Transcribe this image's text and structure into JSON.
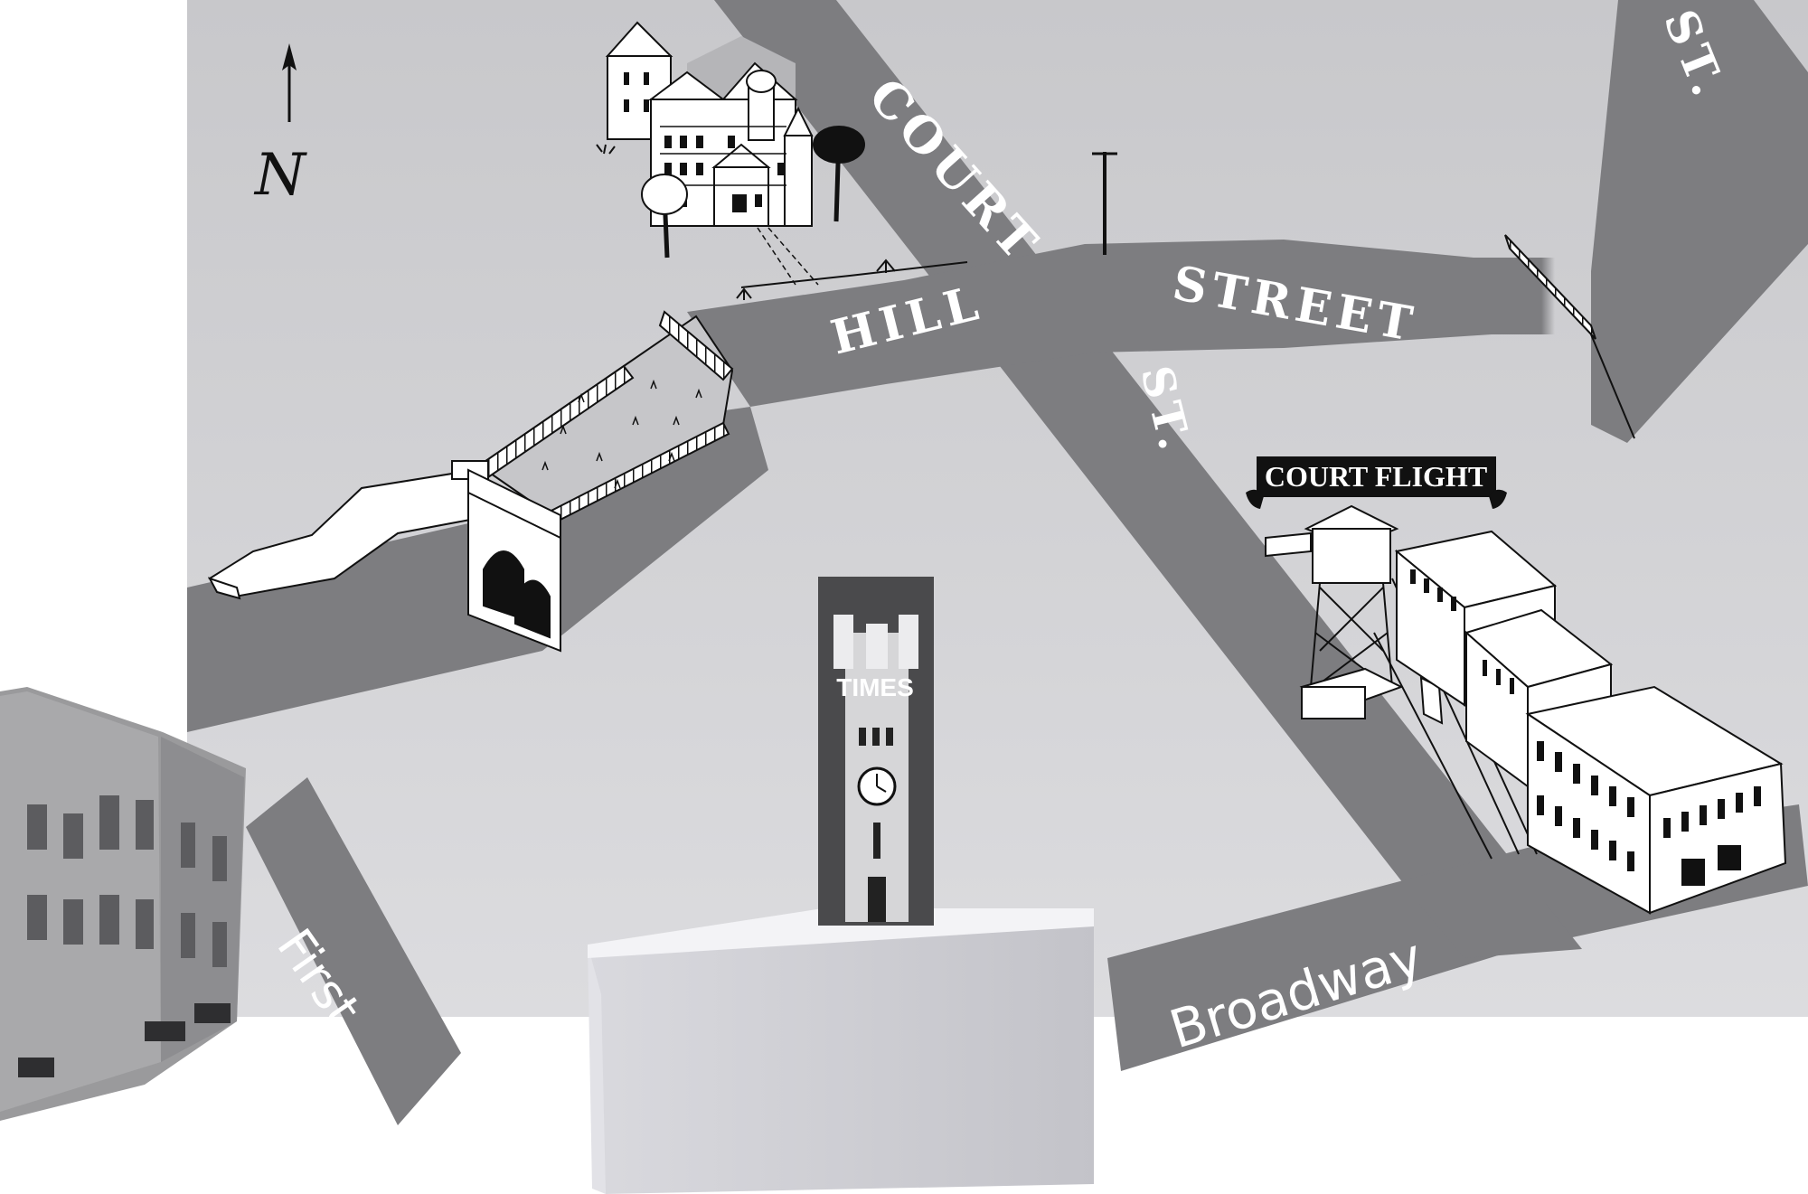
{
  "compass": {
    "letter": "N",
    "icon": "north-arrow-icon"
  },
  "streets": {
    "court": "COURT",
    "court_st": "ST.",
    "hill": "HILL",
    "street": "STREET",
    "hill_st": "ST.",
    "first": "First",
    "broadway": "Broadway"
  },
  "landmarks": {
    "court_flight_sign": "COURT FLIGHT",
    "times_sign": "TIMES"
  },
  "icons": [
    "north-arrow-icon",
    "mansion-icon",
    "palm-tree-icon",
    "street-lamp-icon",
    "retaining-wall-icon",
    "archway-icon",
    "funicular-tower-icon",
    "building-block-icon",
    "clock-tower-icon",
    "historic-building-photo"
  ],
  "colors": {
    "ground": "#cfcfd1",
    "street": "#808082",
    "pedestal": "#e6e6ea",
    "ink": "#111111"
  }
}
